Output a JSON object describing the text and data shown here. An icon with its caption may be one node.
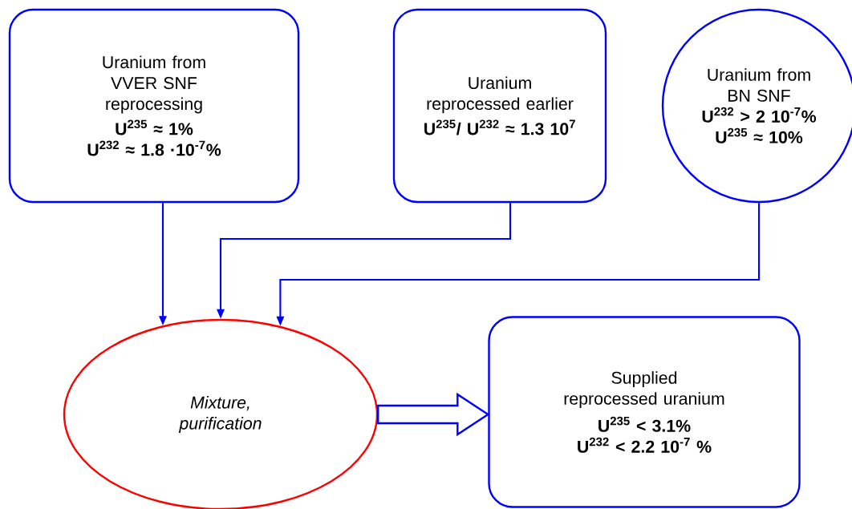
{
  "diagram": {
    "nodes": [
      {
        "text": [
          "Uranium from VVER SNF reprocessing",
          "U$^{235}$ ≈ 1%",
          "U$^{232}$ ≈ 1.8 ·10$^{-7}$%"
        ]
      },
      {
        "text": [
          "Uranium reprocessed earlier",
          "U$^{235}$/ U$^{232}$ ≈ 1.3 10$^{7}$"
        ]
      },
      {
        "text": [
          "Uranium from BN SNF",
          "U$^{232}$ > 2 10$^{-7}$%",
          "U$^{235}$ ≈ 10%"
        ]
      },
      {
        "text": [
          "Mixture, purification"
        ]
      },
      {
        "text": [
          "Supplied reprocessed uranium",
          "U$^{235}$ < 3.1%",
          "U$^{232}$ < 2.2 10$^{-7}$ %"
        ]
      }
    ],
    "edges": [
      {
        "from": 0,
        "to": 3,
        "arrow": "to"
      },
      {
        "from": 1,
        "to": 3,
        "arrow": "to"
      },
      {
        "from": 2,
        "to": 3,
        "arrow": "to"
      },
      {
        "from": 3,
        "to": 4,
        "arrow": "to",
        "style": "thick"
      }
    ]
  }
}
